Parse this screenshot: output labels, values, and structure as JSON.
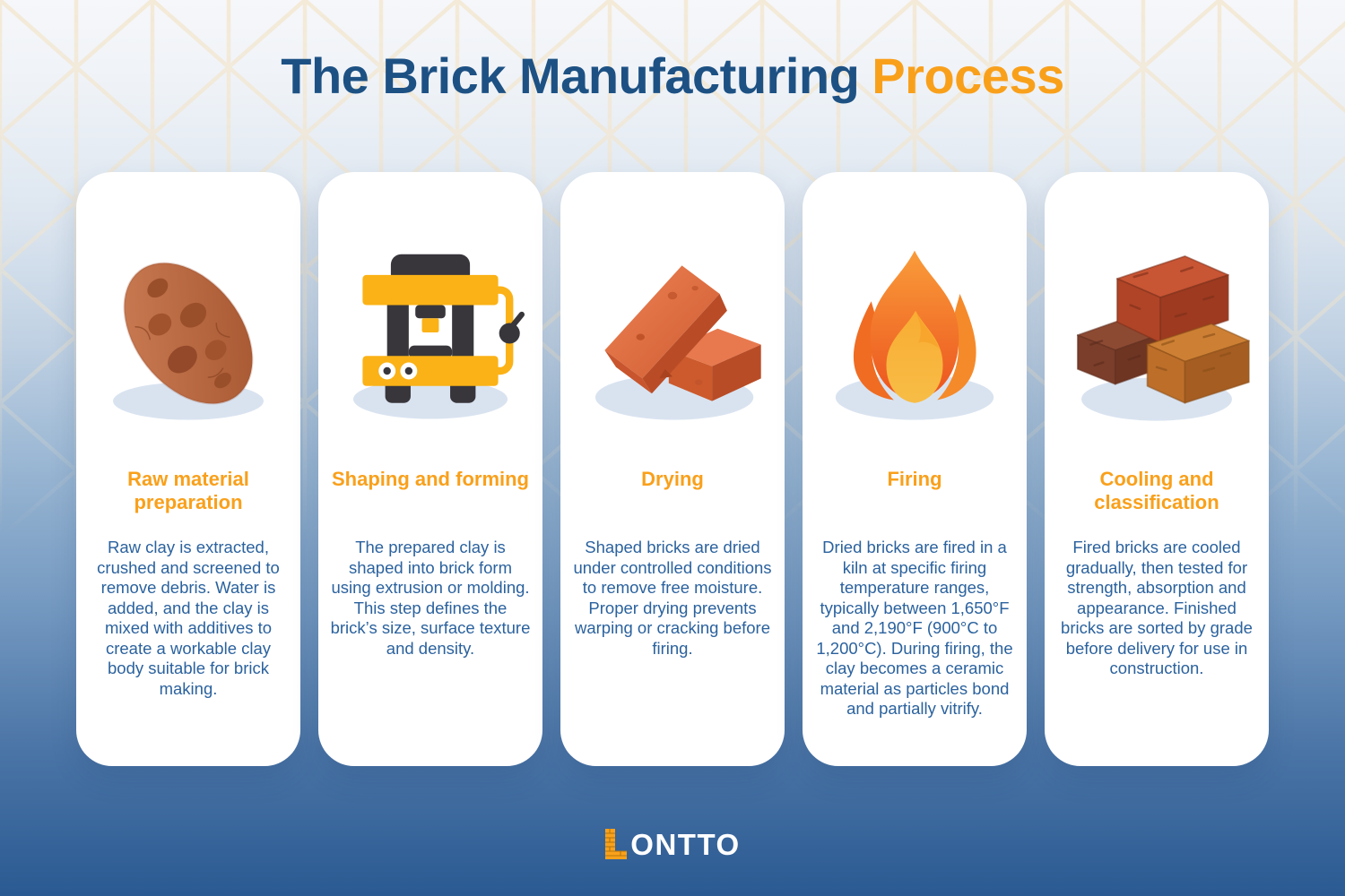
{
  "header": {
    "title_main": "The Brick Manufacturing",
    "title_accent": "Process"
  },
  "steps": [
    {
      "icon": "clay-lump-icon",
      "title": "Raw material preparation",
      "description": "Raw clay is extracted, crushed and screened to remove debris. Water is added, and the clay is mixed with additives to create a workable clay body suitable for brick making."
    },
    {
      "icon": "brick-press-icon",
      "title": "Shaping and forming",
      "description": "The prepared clay is shaped into brick form using extrusion or molding. This step defines the brick’s size, surface texture and density."
    },
    {
      "icon": "brick-pair-icon",
      "title": "Drying",
      "description": "Shaped bricks are dried under controlled conditions to remove free moisture. Proper drying prevents warping or cracking before firing."
    },
    {
      "icon": "flame-icon",
      "title": "Firing",
      "description": "Dried bricks are fired in a kiln at specific firing temperature ranges, typically between 1,650°F and 2,190°F (900°C to 1,200°C). During firing, the clay becomes a ceramic material as particles bond and partially vitrify."
    },
    {
      "icon": "brick-stack-icon",
      "title": "Cooling and classification",
      "description": "Fired bricks are cooled gradually, then tested for strength, absorption and appearance. Finished bricks are sorted by grade before delivery for use in construction."
    }
  ],
  "footer": {
    "brand_full": "LONTTO",
    "brand_l": "L",
    "brand_rest": "ONTTO"
  },
  "colors": {
    "accent_orange": "#F9A01B",
    "title_blue": "#1D5184",
    "body_blue": "#2B629E",
    "card_white": "#FFFFFF",
    "background_bottom_blue": "#2A5A92",
    "pattern_cream": "#F3E4C9",
    "icon_shadow": "#D9E3F0"
  }
}
